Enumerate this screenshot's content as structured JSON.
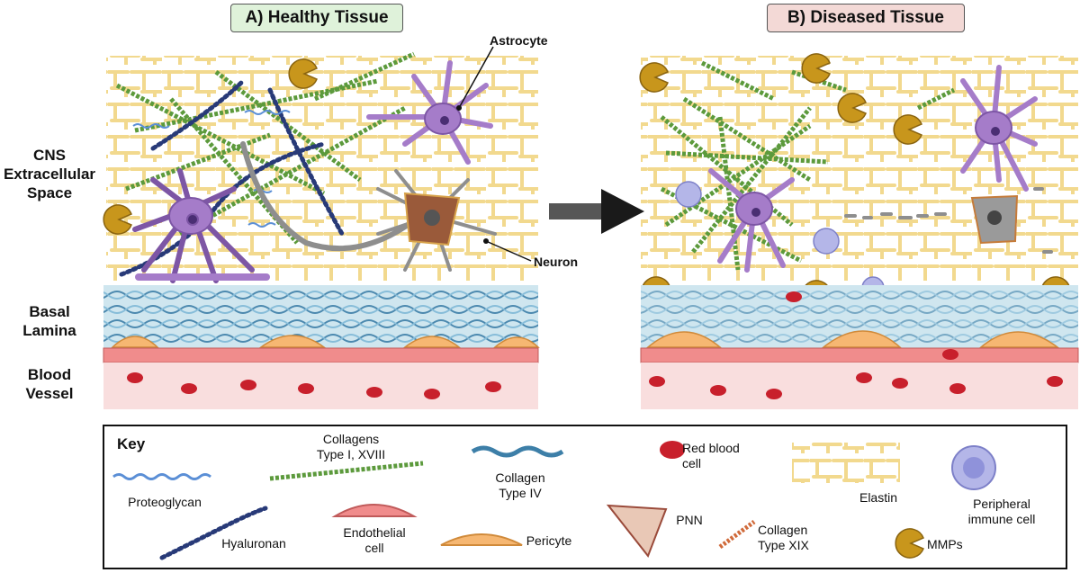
{
  "panels": {
    "healthy_title": "A) Healthy Tissue",
    "diseased_title": "B) Diseased Tissue"
  },
  "row_labels": {
    "cns": "CNS\nExtracellular\nSpace",
    "basal": "Basal\nLamina",
    "blood": "Blood\nVessel"
  },
  "callouts": {
    "astrocyte": "Astrocyte",
    "neuron": "Neuron"
  },
  "key": {
    "title": "Key",
    "proteoglycan": "Proteoglycan",
    "collagens_1_18": "Collagens\nType I, XVIII",
    "collagen_4": "Collagen\nType IV",
    "red_blood_cell": "Red blood\ncell",
    "elastin": "Elastin",
    "peripheral_immune": "Peripheral\nimmune cell",
    "hyaluronan": "Hyaluronan",
    "endothelial": "Endothelial\ncell",
    "pericyte": "Pericyte",
    "pnn": "PNN",
    "collagen_19": "Collagen\nType XIX",
    "mmps": "MMPs"
  },
  "colors": {
    "healthy_bg": "#dff2da",
    "diseased_bg": "#f3d9d6",
    "basal_lamina": "#cfe6ef",
    "vessel": "#f9dede",
    "elastin": "#f6df9b",
    "astrocyte": "#a57cc9",
    "mmp": "#c8961c",
    "rbc": "#c8202c"
  }
}
